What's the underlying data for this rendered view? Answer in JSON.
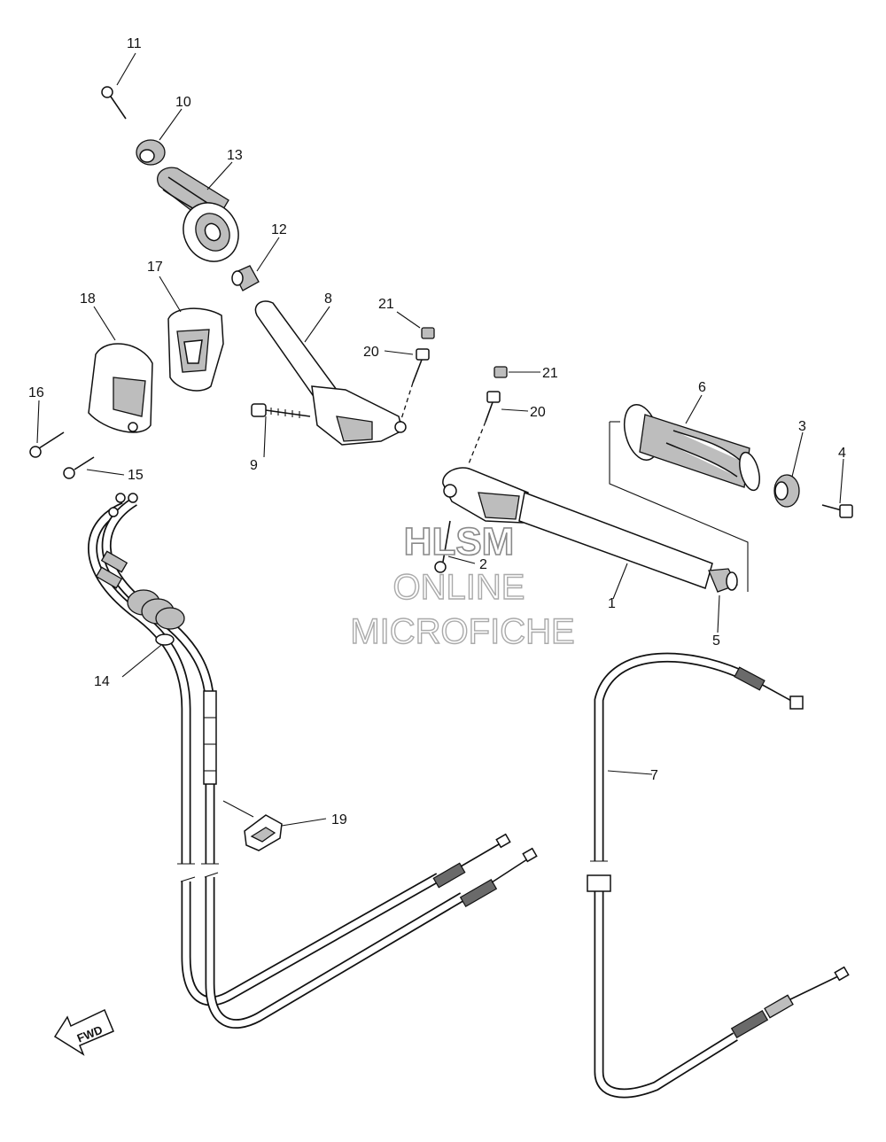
{
  "diagram": {
    "callouts": {
      "c1": "1",
      "c2": "2",
      "c3": "3",
      "c4": "4",
      "c5": "5",
      "c6": "6",
      "c7": "7",
      "c8": "8",
      "c9": "9",
      "c10": "10",
      "c11": "11",
      "c12": "12",
      "c13": "13",
      "c14": "14",
      "c15": "15",
      "c16": "16",
      "c17": "17",
      "c18": "18",
      "c19": "19",
      "c20a": "20",
      "c20b": "20",
      "c21a": "21",
      "c21b": "21"
    },
    "direction_arrow": "FWD"
  },
  "watermark": {
    "line1": "HLSM",
    "line2": "ONLINE",
    "line3": "MICROFICHE"
  },
  "colors": {
    "line": "#111111",
    "shade": "#bdbdbd",
    "watermark": "#8a8a8a"
  }
}
